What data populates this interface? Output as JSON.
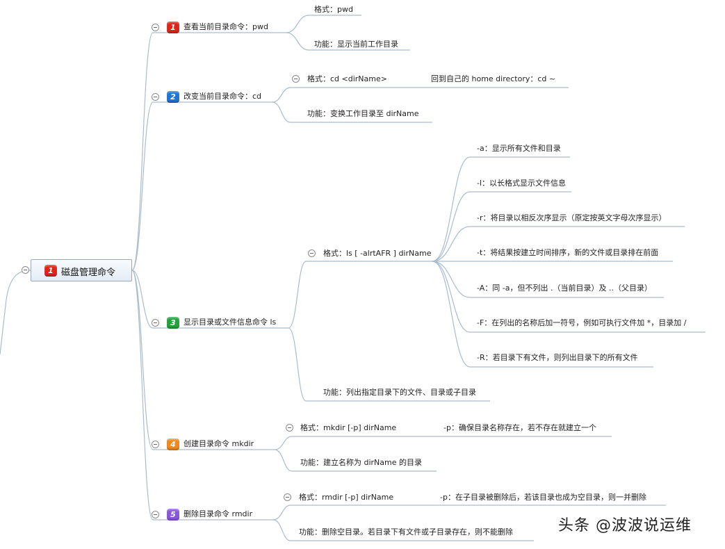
{
  "root": {
    "label": "磁盘管理命令",
    "badge": "1",
    "badge_color": "#e02418"
  },
  "branches": [
    {
      "badge": "1",
      "label": "查看当前目录命令：pwd",
      "children": [
        "格式：pwd",
        "功能：显示当前工作目录"
      ]
    },
    {
      "badge": "2",
      "label": "改变当前目录命令：cd",
      "format": "格式：cd <dirName>",
      "format_note": "回到自己的 home directory：cd ~",
      "function": "功能：变换工作目录至 dirName"
    },
    {
      "badge": "3",
      "label": "显示目录或文件信息命令 ls",
      "format": "格式：ls [ -alrtAFR ] dirName",
      "options": [
        "-a：显示所有文件和目录",
        "-l：以长格式显示文件信息",
        "-r：将目录以相反次序显示（原定按英文字母次序显示）",
        "-t：将结果按建立时间排序，新的文件或目录排在前面",
        "-A：同 -a，但不列出 .（当前目录）及 ..（父目录）",
        "-F：在列出的名称后加一符号，例如可执行文件加 *，目录加 /",
        "-R：若目录下有文件，则列出目录下的所有文件"
      ],
      "function": "功能：列出指定目录下的文件、目录或子目录"
    },
    {
      "badge": "4",
      "label": "创建目录命令 mkdir",
      "format": "格式：mkdir [-p] dirName",
      "format_note": "-p：确保目录名称存在，若不存在就建立一个",
      "function": "功能：建立名称为 dirName 的目录"
    },
    {
      "badge": "5",
      "label": "删除目录命令 rmdir",
      "format": "格式：rmdir [-p] dirName",
      "format_note": "-p：在子目录被删除后，若该目录也成为空目录，则一并删除",
      "function": "功能：删除空目录。若目录下有文件或子目录存在，则不能删除"
    }
  ],
  "watermark": "头条 @波波说运维",
  "colors": {
    "line": "#a9bccd"
  }
}
